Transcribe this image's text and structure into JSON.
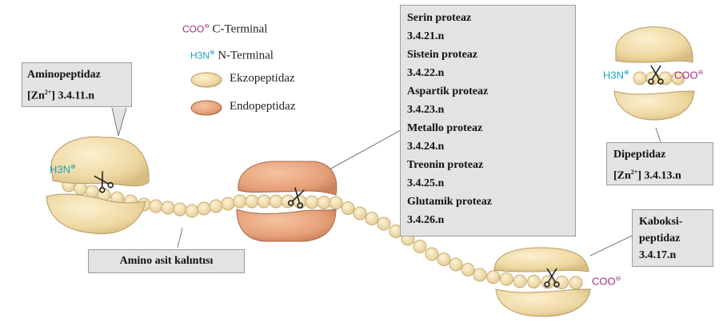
{
  "legend": {
    "c_terminal": {
      "symbol": "COO",
      "charge": "⊖",
      "label": "C-Terminal"
    },
    "n_terminal": {
      "symbol": "H3N",
      "charge": "⊕",
      "label": "N-Terminal"
    },
    "exo": {
      "label": "Ekzopeptidaz"
    },
    "endo": {
      "label": "Endopeptidaz"
    }
  },
  "aminopeptidase": {
    "name": "Aminopeptidaz",
    "cofactor": "[Zn",
    "cofactor_sup": "2+",
    "ec": "] 3.4.11.n"
  },
  "endo_list": [
    {
      "name": "Serin proteaz",
      "ec": "3.4.21.n"
    },
    {
      "name": "Sistein proteaz",
      "ec": "3.4.22.n"
    },
    {
      "name": "Aspartik proteaz",
      "ec": "3.4.23.n"
    },
    {
      "name": "Metallo proteaz",
      "ec": "3.4.24.n"
    },
    {
      "name": "Treonin proteaz",
      "ec": "3.4.25.n"
    },
    {
      "name": "Glutamik proteaz",
      "ec": "3.4.26.n"
    }
  ],
  "dipeptidase": {
    "name": "Dipeptidaz",
    "cofactor": "[Zn",
    "cofactor_sup": "2+",
    "ec": "] 3.4.13.n"
  },
  "carboxypeptidase": {
    "line1": "Kaboksi-",
    "line2": "peptidaz",
    "ec": "3.4.17.n"
  },
  "residue_label": "Amino asit kalıntısı",
  "terminals": {
    "n_symbol": "H3N",
    "n_charge": "⊕",
    "c_symbol": "COO",
    "c_charge": "⊖"
  },
  "colors": {
    "exo_fill": "#f2dfae",
    "endo_fill": "#e9a77e",
    "bead_fill": "#f4e1b2",
    "callout_bg": "#e3e3e3",
    "c_term": "#a0307a",
    "n_term": "#1c9fc0"
  }
}
